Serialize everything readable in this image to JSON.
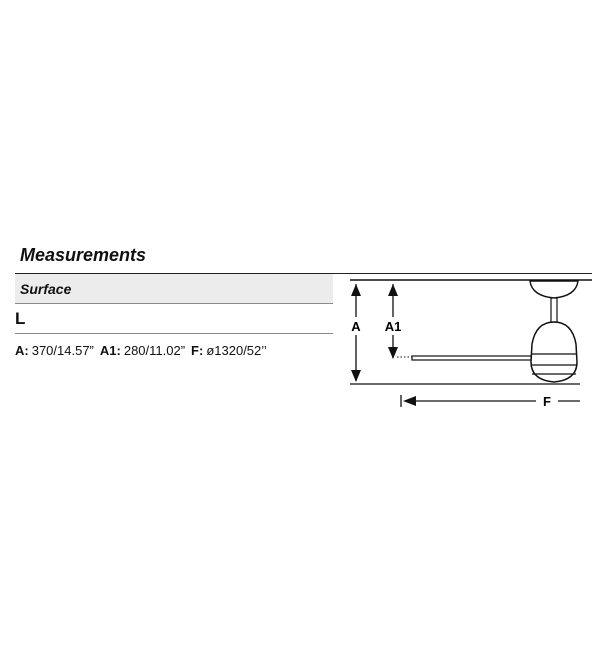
{
  "heading": "Measurements",
  "table": {
    "surface_label": "Surface",
    "type_value": "L"
  },
  "dimensions": [
    {
      "key": "A:",
      "value": "370/14.57”"
    },
    {
      "key": "A1:",
      "value": "280/11.02”"
    },
    {
      "key": "F:",
      "value": "ø1320/52’’"
    }
  ],
  "diagram": {
    "label_a": "A",
    "label_a1": "A1",
    "label_f": "F"
  }
}
